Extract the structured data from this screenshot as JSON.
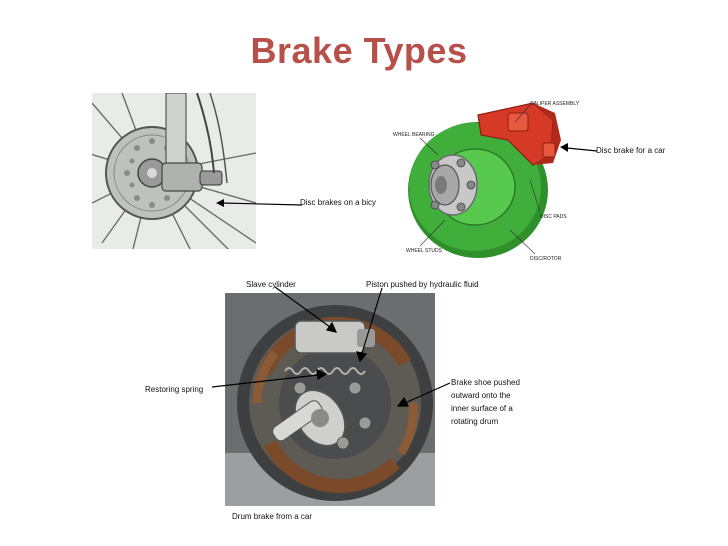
{
  "slide": {
    "title": "Brake Types"
  },
  "bike_panel": {
    "label": "Disc brakes on a bicy"
  },
  "car_panel": {
    "label": "Disc brake for a car",
    "parts": {
      "caliper": "CALIPER ASSEMBLY",
      "bearing": "WHEEL BEARING",
      "pads": "DISC PADS",
      "stud": "WHEEL STUDS",
      "rotor": "DISC/ROTOR"
    }
  },
  "drum_panel": {
    "caption": "Drum brake from a car",
    "slave": "Slave cylinder",
    "piston": "Piston pushed by hydraulic fluid",
    "spring": "Restoring spring",
    "shoe": [
      "Brake shoe pushed",
      "outward onto the",
      "inner surface of a",
      "rotating drum"
    ]
  },
  "colors": {
    "title": "#b8504a",
    "rotor_green": "#3fae3a",
    "caliper_red": "#d63a26"
  }
}
